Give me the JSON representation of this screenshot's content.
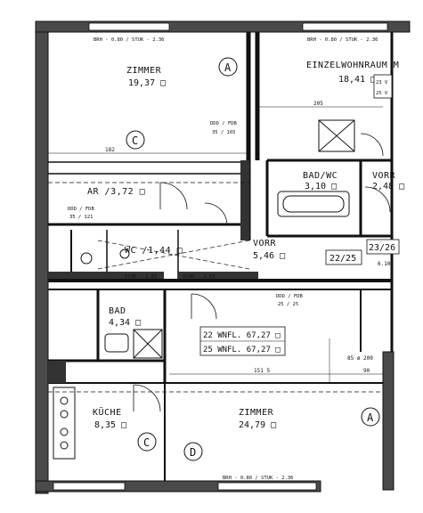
{
  "labels": {
    "brh_top_left": "BRH - 0.80 / STUK - 2.36",
    "brh_top_right": "BRH - 0.80 / STUK - 2.36",
    "brh_bottom": "BRH - 0.80 / STUK - 2.36",
    "zimmer_top": "ZIMMER",
    "zimmer_top_area": "19,37 □",
    "einzel": "EINZELWOHNRAUM M",
    "einzel_area": "18,41 □",
    "unit_top_right_a": "23 V",
    "unit_top_right_b": "25 V",
    "ar": "AR /3,72 □",
    "badwc": "BAD/WC",
    "badwc_area": "3,10 □",
    "vorr_right": "VORR",
    "vorr_right_area": "2,48 □",
    "wc": "WC /1,44 □",
    "vorr_mid": "VORR",
    "vorr_mid_area": "5,46 □",
    "unit_22_25": "22/25",
    "unit_23_26": "23/26",
    "bad": "BAD",
    "bad_area": "4,34 □",
    "wnfl_22": "22  WNFL. 67,27 □",
    "wnfl_25": "25  WNFL. 67,27 □",
    "kueche": "KÜCHE",
    "kueche_area": "8,35 □",
    "zimmer_bottom": "ZIMMER",
    "zimmer_bottom_area": "24,79 □",
    "stuk_1": "STUK - 2,83",
    "stuk_2": "STUK - 2,83",
    "door_top": "DDD / FDB",
    "door_top_sub": "35 / 165",
    "door_mid": "DDD / FDB",
    "door_mid_sub": "25 / 25",
    "door_left": "DDD / FDB",
    "door_left_sub": "35 / 121",
    "dim_1515": "151 5",
    "dim_205": "205",
    "dim_182": "182",
    "dim_90": "90",
    "dim_85_200": "85 ø 200",
    "dim_610": "6.10"
  },
  "circle_tags": {
    "a_top": "A",
    "c_mid": "C",
    "c_bottom": "C",
    "d_bottom": "D",
    "a_bottom": "A"
  }
}
